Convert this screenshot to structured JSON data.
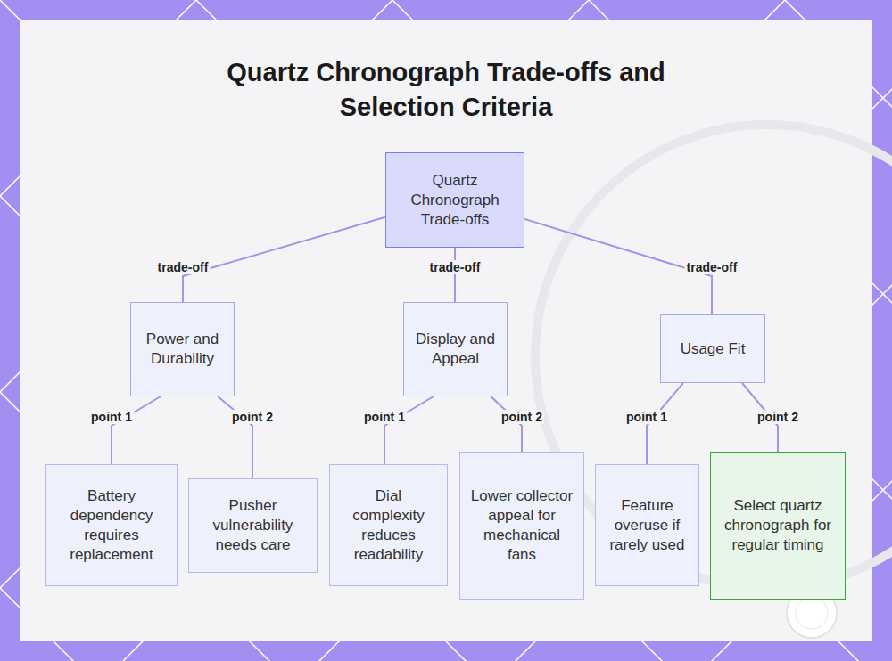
{
  "diagram": {
    "title": "Quartz Chronograph Trade-offs and Selection Criteria",
    "nodes": [
      {
        "text": [
          "Quartz Chronograph Trade-offs"
        ]
      },
      {
        "text": [
          "Power and Durability"
        ]
      },
      {
        "text": [
          "Display and Appeal"
        ]
      },
      {
        "text": [
          "Usage Fit"
        ]
      },
      {
        "text": [
          "Battery dependency requires replacement"
        ]
      },
      {
        "text": [
          "Pusher vulnerability needs care"
        ]
      },
      {
        "text": [
          "Dial complexity reduces readability"
        ]
      },
      {
        "text": [
          "Lower collector appeal for mechanical fans"
        ]
      },
      {
        "text": [
          "Feature overuse if rarely used"
        ]
      },
      {
        "text": [
          "Select quartz chronograph for regular timing"
        ]
      }
    ],
    "edges": [
      {
        "from": 0,
        "to": 1,
        "label": "trade-off",
        "arrow": "none"
      },
      {
        "from": 0,
        "to": 2,
        "label": "trade-off",
        "arrow": "none"
      },
      {
        "from": 0,
        "to": 3,
        "label": "trade-off",
        "arrow": "none"
      },
      {
        "from": 1,
        "to": 4,
        "label": "point 1",
        "arrow": "none"
      },
      {
        "from": 1,
        "to": 5,
        "label": "point 2",
        "arrow": "none"
      },
      {
        "from": 2,
        "to": 6,
        "label": "point 1",
        "arrow": "none"
      },
      {
        "from": 2,
        "to": 7,
        "label": "point 2",
        "arrow": "none"
      },
      {
        "from": 3,
        "to": 8,
        "label": "point 1",
        "arrow": "none"
      },
      {
        "from": 3,
        "to": 9,
        "label": "point 2",
        "arrow": "none"
      }
    ]
  }
}
